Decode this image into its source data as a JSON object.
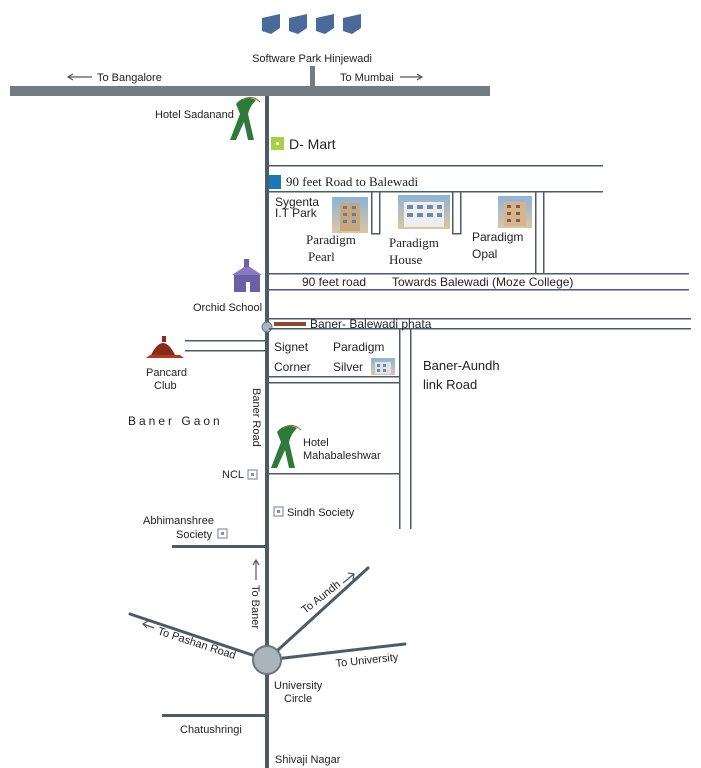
{
  "labels": {
    "software_park": "Software Park Hinjewadi",
    "to_bangalore": "To Bangalore",
    "to_mumbai": "To Mumbai",
    "hotel_sadanand": "Hotel Sadanand",
    "d_mart": "D- Mart",
    "road_90ft_balewadi": "90 feet Road to Balewadi",
    "sygenta_line1": "Sygenta",
    "sygenta_line2": "I.T Park",
    "paradigm_pearl_line1": "Paradigm",
    "paradigm_pearl_line2": "Pearl",
    "paradigm_house_line1": "Paradigm",
    "paradigm_house_line2": "House",
    "paradigm_opal_line1": "Paradigm",
    "paradigm_opal_line2": "Opal",
    "orchid_school": "Orchid School",
    "road_90ft": "90 feet road",
    "towards_balewadi": "Towards Balewadi (Moze College)",
    "baner_balewadi_phata": "Baner- Balewadi phata",
    "signet_line1": "Signet",
    "signet_line2": "Corner",
    "paradigm_silver_line1": "Paradigm",
    "paradigm_silver_line2": "Silver",
    "baner_aundh_line1": "Baner-Aundh",
    "baner_aundh_line2": "link Road",
    "pancard_line1": "Pancard",
    "pancard_line2": "Club",
    "baner_gaon": "Baner Gaon",
    "baner_road": "Baner Road",
    "hotel_mahabaleshwar_line1": "Hotel",
    "hotel_mahabaleshwar_line2": "Mahabaleshwar",
    "ncl": "NCL",
    "sindh_society": "Sindh Society",
    "abhimanshree_line1": "Abhimanshree",
    "abhimanshree_line2": "Society",
    "to_baner": "To Baner",
    "to_aundh": "To Aundh",
    "to_pashan": "To Pashan Road",
    "to_university": "To University",
    "university_line1": "University",
    "university_line2": "Circle",
    "chatushringi": "Chatushringi",
    "shivaji_nagar": "Shivaji Nagar"
  },
  "colors": {
    "road": "#4d5b66",
    "highway": "#737b83",
    "text": "#222222",
    "d_mart_marker": "#a8cf45",
    "balewadi_marker": "#1a77b8",
    "phata_marker": "#8a4a2a",
    "circle_fill": "#a9b4bc"
  }
}
